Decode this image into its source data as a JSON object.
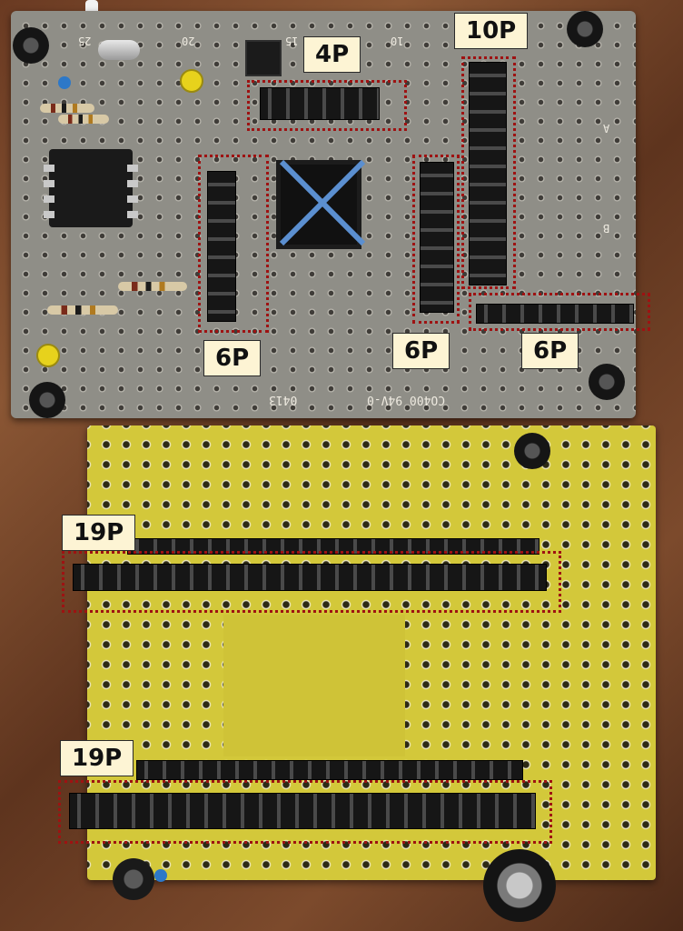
{
  "labels": {
    "top_4p": "4P",
    "top_10p": "10P",
    "top_6p_left": "6P",
    "top_6p_mid": "6P",
    "top_6p_right": "6P",
    "bottom_19p_upper": "19P",
    "bottom_19p_lower": "19P"
  },
  "silkscreen": {
    "n25": "25",
    "n20": "20",
    "n15": "15",
    "n10": "10",
    "rowA": "A",
    "rowB": "B",
    "code": "CO400 94V-0",
    "date": "0413"
  },
  "colors": {
    "outline": "#9e1212",
    "label_bg": "#fdf4d4",
    "cross": "#5b8fd0",
    "board_top": "#8f8e87",
    "board_bottom": "#d3c83a"
  }
}
